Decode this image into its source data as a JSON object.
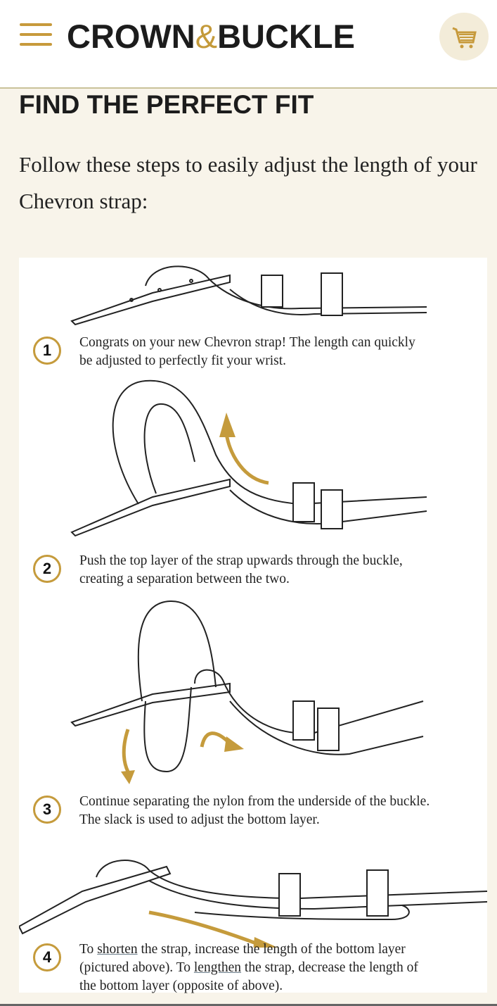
{
  "header": {
    "brand_left": "CROWN",
    "brand_amp": "&",
    "brand_right": "BUCKLE",
    "menu_icon": "hamburger-icon",
    "cart_icon": "shopping-cart-icon"
  },
  "colors": {
    "accent": "#c59b3c",
    "background": "#f8f4ea"
  },
  "page": {
    "title": "FIND THE PERFECT FIT",
    "intro": "Follow these steps to easily adjust the length of your Chevron strap:"
  },
  "steps": [
    {
      "number": "1",
      "text": "Congrats on your new Chevron strap! The length can quickly be adjusted to perfectly fit your wrist."
    },
    {
      "number": "2",
      "text": "Push the top layer of the strap upwards through the buckle, creating a separation between the two."
    },
    {
      "number": "3",
      "text": "Continue separating the nylon from the underside of the buckle. The slack is used to adjust the bottom layer."
    },
    {
      "number": "4",
      "text_a": "To ",
      "shorten": "shorten",
      "text_b": " the strap, increase the length of the bottom layer (pictured above). To ",
      "lengthen": "lengthen",
      "text_c": " the strap, decrease the length of the bottom layer (opposite of above)."
    }
  ]
}
